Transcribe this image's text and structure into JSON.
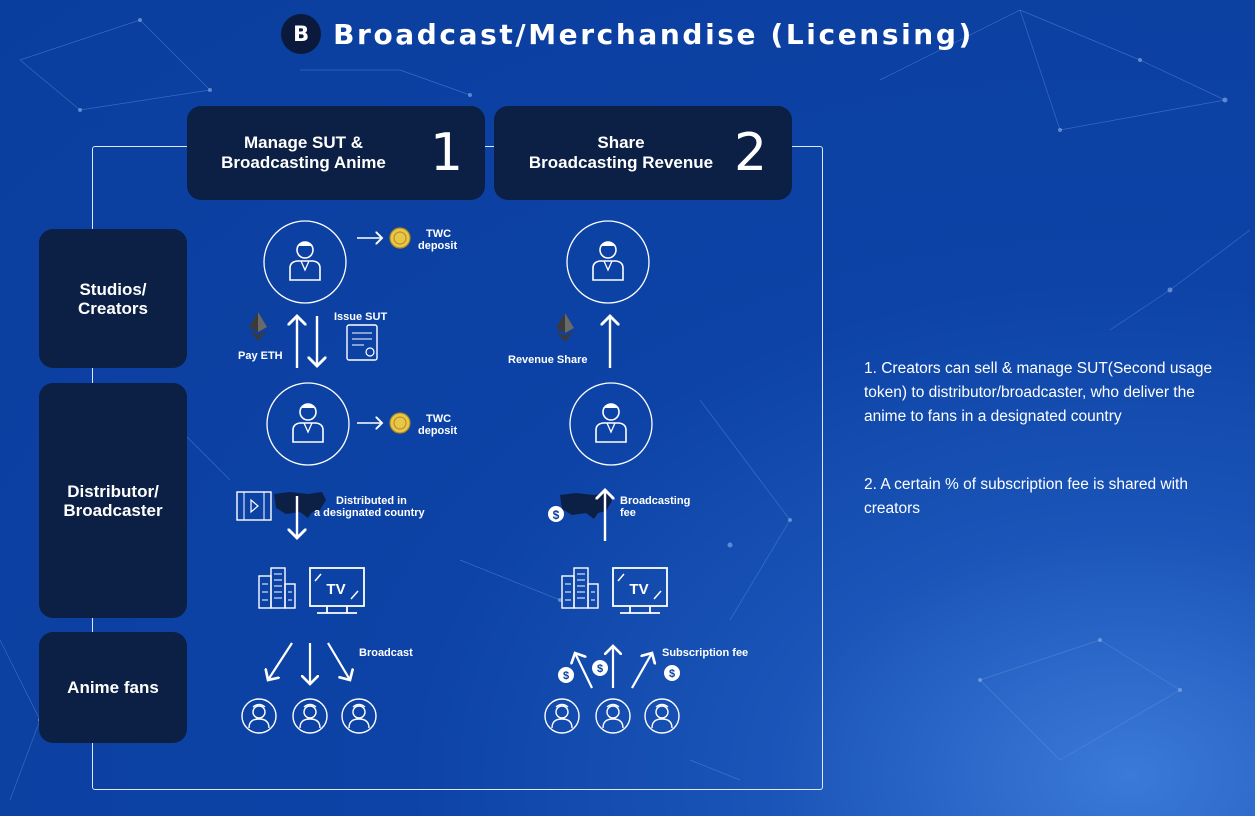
{
  "header": {
    "badge": "B",
    "title": "Broadcast/Merchandise (Licensing)"
  },
  "steps": [
    {
      "label_line1": "Manage SUT &",
      "label_line2": "Broadcasting Anime",
      "number": "1"
    },
    {
      "label_line1": "Share",
      "label_line2": "Broadcasting Revenue",
      "number": "2"
    }
  ],
  "rows": {
    "studios": {
      "line1": "Studios/",
      "line2": "Creators"
    },
    "distributor": {
      "line1": "Distributor/",
      "line2": "Broadcaster"
    },
    "fans": {
      "line1": "Anime fans"
    }
  },
  "diagram_labels": {
    "twc_deposit_1": {
      "line1": "TWC",
      "line2": "deposit"
    },
    "twc_deposit_2": {
      "line1": "TWC",
      "line2": "deposit"
    },
    "issue_sut": "Issue SUT",
    "pay_eth": "Pay ETH",
    "revenue_share": "Revenue Share",
    "distributed": {
      "line1": "Distributed in",
      "line2": "a designated country"
    },
    "broadcasting_fee": {
      "line1": "Broadcasting",
      "line2": "fee"
    },
    "broadcast": "Broadcast",
    "subscription_fee": "Subscription fee",
    "tv": "TV",
    "dollar": "$"
  },
  "notes": [
    "1. Creators can sell & manage SUT(Second usage token) to distributor/broadcaster, who deliver the anime to fans in a designated country",
    "2. A certain % of subscription fee is shared with creators"
  ],
  "colors": {
    "dark_box": "#0c1f45",
    "background": "#0a3e9e",
    "coin": "#e8c64a",
    "white": "#ffffff"
  },
  "icons": [
    "person-icon",
    "coin-icon",
    "ethereum-icon",
    "certificate-icon",
    "film-icon",
    "map-icon",
    "building-icon",
    "tv-icon",
    "dollar-icon",
    "fan-avatar-icon"
  ]
}
